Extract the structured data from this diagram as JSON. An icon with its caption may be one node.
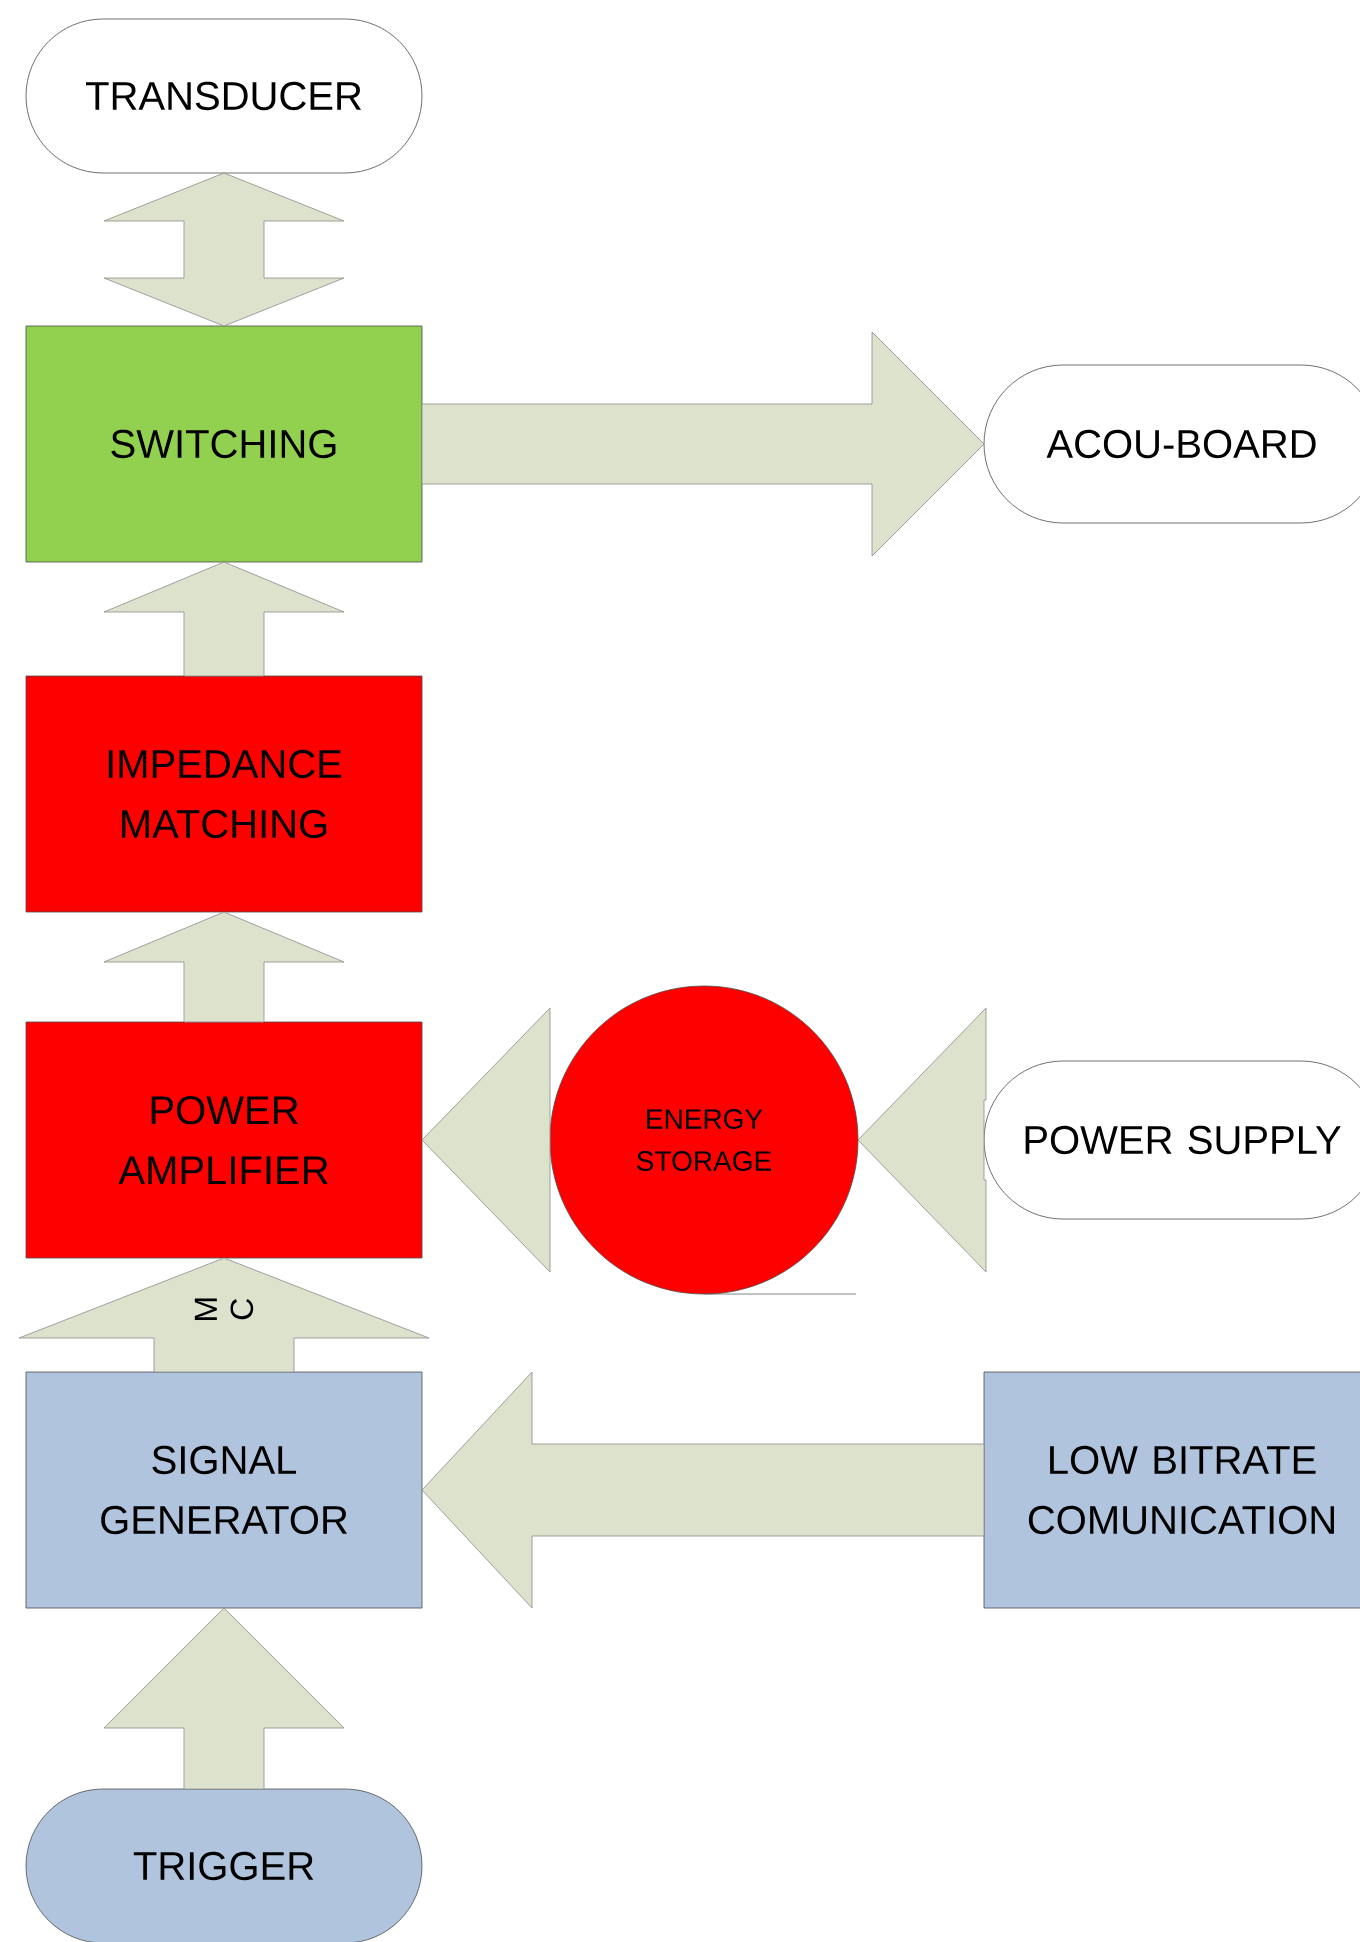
{
  "diagram": {
    "nodes": [
      {
        "text": [
          "TRANSDUCER"
        ]
      },
      {
        "text": [
          "SWITCHING"
        ]
      },
      {
        "text": [
          "ACOU-BOARD"
        ]
      },
      {
        "text": [
          "IMPEDANCE MATCHING"
        ]
      },
      {
        "text": [
          "POWER AMPLIFIER"
        ]
      },
      {
        "text": [
          "ENERGY STORAGE"
        ]
      },
      {
        "text": [
          "POWER SUPPLY"
        ]
      },
      {
        "text": [
          "SIGNAL GENERATOR"
        ]
      },
      {
        "text": [
          "LOW BITRATE COMUNICATION"
        ]
      },
      {
        "text": [
          "TRIGGER"
        ]
      }
    ],
    "edges": [
      {
        "from": 0,
        "to": 1,
        "arrow": "both"
      },
      {
        "from": 1,
        "to": 2,
        "arrow": "to"
      },
      {
        "from": 3,
        "to": 1,
        "arrow": "to"
      },
      {
        "from": 4,
        "to": 3,
        "arrow": "to"
      },
      {
        "from": 5,
        "to": 4,
        "arrow": "to"
      },
      {
        "from": 6,
        "to": 5,
        "arrow": "to"
      },
      {
        "from": 7,
        "to": 4,
        "arrow": "to",
        "label": "M C"
      },
      {
        "from": 8,
        "to": 7,
        "arrow": "to"
      },
      {
        "from": 9,
        "to": 7,
        "arrow": "to"
      }
    ]
  }
}
